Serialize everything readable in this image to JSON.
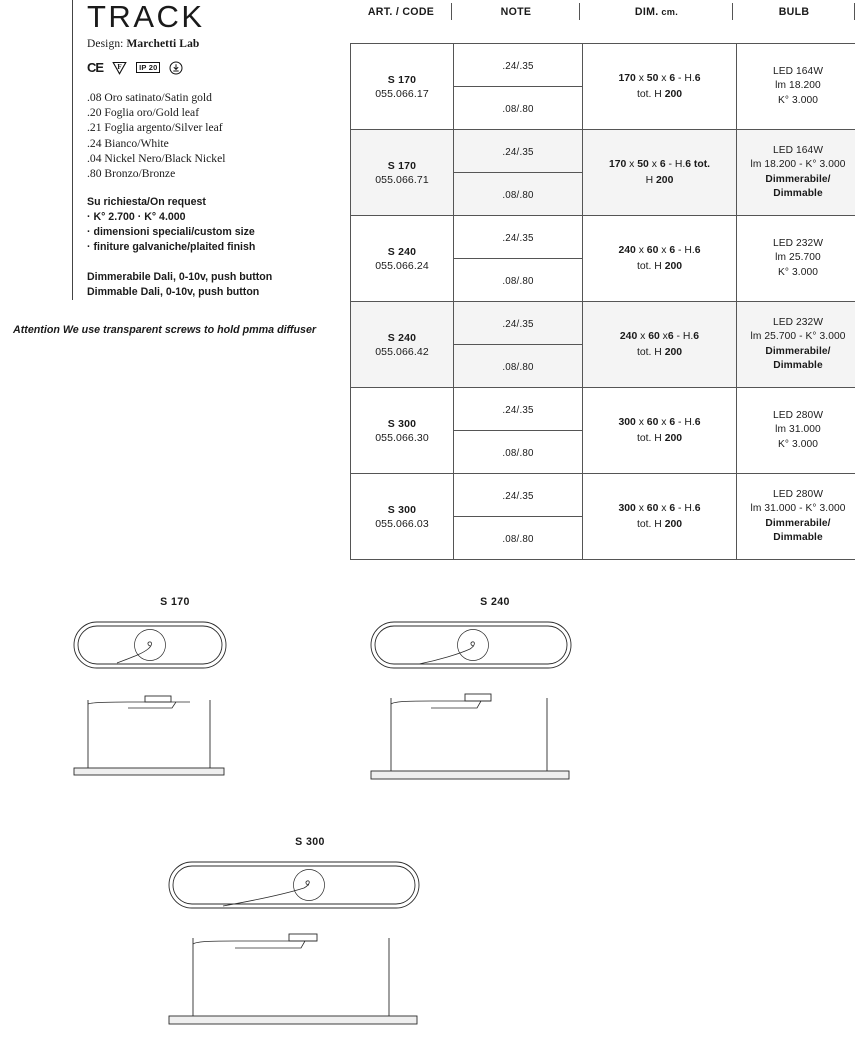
{
  "header": {
    "title": "TRACK",
    "design_label": "Design:",
    "designer": "Marchetti Lab",
    "certifications": [
      {
        "name": "ce-mark-icon",
        "label": "CE"
      },
      {
        "name": "f-mark-triangle-icon",
        "label": "F"
      },
      {
        "name": "ip-rating-icon",
        "label": "IP 20"
      },
      {
        "name": "class-one-earth-icon",
        "label": ""
      }
    ]
  },
  "finishes": [
    ".08 Oro satinato/Satin gold",
    ".20 Foglia oro/Gold leaf",
    ".21 Foglia argento/Silver leaf",
    ".24 Bianco/White",
    ".04 Nickel Nero/Black Nickel",
    ".80 Bronzo/Bronze"
  ],
  "on_request": {
    "heading": "Su richiesta/On request",
    "items": [
      "· K° 2.700 · K° 4.000",
      "· dimensioni speciali/custom size",
      "· finiture galvaniche/plaited finish"
    ]
  },
  "dimming": {
    "line_it": "Dimmerabile Dali, 0-10v, push button",
    "line_en": "Dimmable Dali, 0-10v, push button"
  },
  "attention_note": "Attention We use transparent screws to hold pmma diffuser",
  "table": {
    "columns": [
      {
        "label": "ART. / CODE",
        "small": ""
      },
      {
        "label": "NOTE",
        "small": ""
      },
      {
        "label": "DIM.",
        "small": " cm."
      },
      {
        "label": "BULB",
        "small": ""
      }
    ],
    "rows": [
      {
        "model": "S 170",
        "code": "055.066.17",
        "notes": [
          ".24/.35",
          ".08/.80"
        ],
        "dim_line1_a": "170",
        "dim_line1_b": " x ",
        "dim_line1_c": "50",
        "dim_line1_d": " x ",
        "dim_line1_e": "6",
        "dim_line1_f": " - H.",
        "dim_line1_g": "6",
        "dim_line2_a": "tot. H ",
        "dim_line2_b": "200",
        "bulb_lines": [
          "LED 164W",
          "lm 18.200",
          "K° 3.000"
        ],
        "bulb_bold": [],
        "shaded": false
      },
      {
        "model": "S 170",
        "code": "055.066.71",
        "notes": [
          ".24/.35",
          ".08/.80"
        ],
        "dim_line1_a": "170",
        "dim_line1_b": " x ",
        "dim_line1_c": "50",
        "dim_line1_d": " x ",
        "dim_line1_e": "6",
        "dim_line1_f": " - H.",
        "dim_line1_g": "6 tot.",
        "dim_line2_a": "H ",
        "dim_line2_b": "200",
        "bulb_lines": [
          "LED 164W",
          "lm 18.200 - K° 3.000",
          "Dimmerabile/",
          "Dimmable"
        ],
        "bulb_bold": [
          2,
          3
        ],
        "shaded": true
      },
      {
        "model": "S 240",
        "code": "055.066.24",
        "notes": [
          ".24/.35",
          ".08/.80"
        ],
        "dim_line1_a": "240",
        "dim_line1_b": " x ",
        "dim_line1_c": "60",
        "dim_line1_d": " x ",
        "dim_line1_e": "6",
        "dim_line1_f": " - H.",
        "dim_line1_g": "6",
        "dim_line2_a": "tot. H ",
        "dim_line2_b": "200",
        "bulb_lines": [
          "LED 232W",
          "lm 25.700",
          "K° 3.000"
        ],
        "bulb_bold": [],
        "shaded": false
      },
      {
        "model": "S 240",
        "code": "055.066.42",
        "notes": [
          ".24/.35",
          ".08/.80"
        ],
        "dim_line1_a": "240",
        "dim_line1_b": " x ",
        "dim_line1_c": "60",
        "dim_line1_d": " x",
        "dim_line1_e": "6",
        "dim_line1_f": " - H.",
        "dim_line1_g": "6",
        "dim_line2_a": "tot. H ",
        "dim_line2_b": "200",
        "bulb_lines": [
          "LED 232W",
          "lm 25.700 - K° 3.000",
          "Dimmerabile/",
          "Dimmable"
        ],
        "bulb_bold": [
          2,
          3
        ],
        "shaded": true
      },
      {
        "model": "S 300",
        "code": "055.066.30",
        "notes": [
          ".24/.35",
          ".08/.80"
        ],
        "dim_line1_a": "300",
        "dim_line1_b": " x ",
        "dim_line1_c": "60",
        "dim_line1_d": " x ",
        "dim_line1_e": "6",
        "dim_line1_f": " - H.",
        "dim_line1_g": "6",
        "dim_line2_a": "tot. H ",
        "dim_line2_b": "200",
        "bulb_lines": [
          "LED 280W",
          "lm 31.000",
          "K° 3.000"
        ],
        "bulb_bold": [],
        "shaded": false
      },
      {
        "model": "S 300",
        "code": "055.066.03",
        "notes": [
          ".24/.35",
          ".08/.80"
        ],
        "dim_line1_a": "300",
        "dim_line1_b": " x ",
        "dim_line1_c": "60",
        "dim_line1_d": " x ",
        "dim_line1_e": "6",
        "dim_line1_f": " - H.",
        "dim_line1_g": "6",
        "dim_line2_a": "tot. H ",
        "dim_line2_b": "200",
        "bulb_lines": [
          "LED 280W",
          "lm 31.000 - K° 3.000",
          "Dimmerabile/",
          "Dimmable"
        ],
        "bulb_bold": [
          2,
          3
        ],
        "shaded": false
      }
    ]
  },
  "drawings": [
    {
      "title": "S 170",
      "name": "drawing-s170"
    },
    {
      "title": "S 240",
      "name": "drawing-s240"
    },
    {
      "title": "S 300",
      "name": "drawing-s300"
    }
  ],
  "colors": {
    "line": "#555555",
    "shade": "#f4f4f4",
    "text": "#1a1a1a",
    "drawing_stroke": "#2b2b2b"
  }
}
